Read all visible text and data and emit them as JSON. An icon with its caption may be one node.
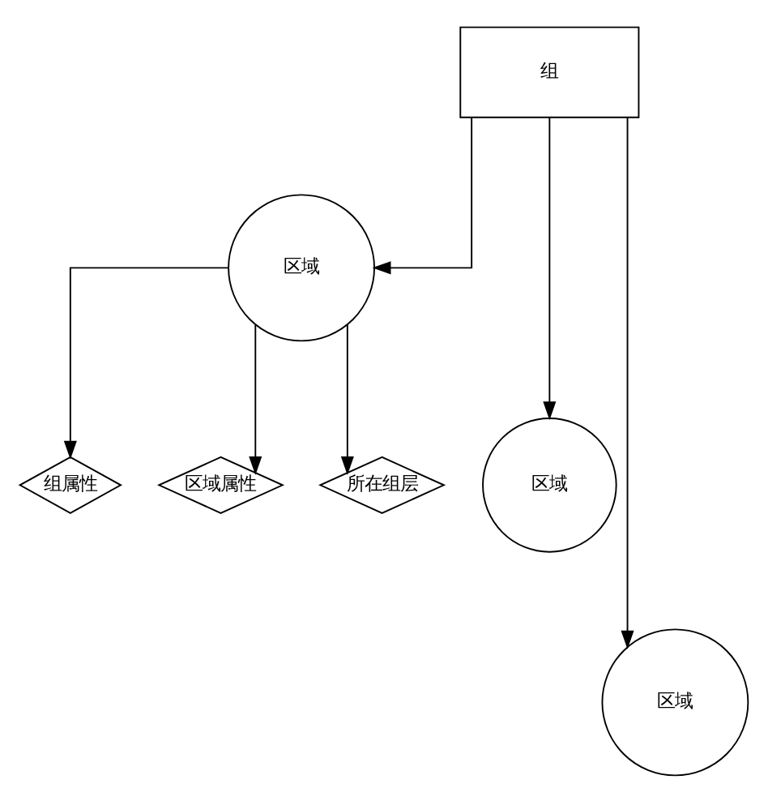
{
  "diagram": {
    "nodes": [
      {
        "text": [
          "组"
        ]
      },
      {
        "text": [
          "区域"
        ]
      },
      {
        "text": [
          "区域"
        ]
      },
      {
        "text": [
          "组属性"
        ]
      },
      {
        "text": [
          "区域属性"
        ]
      },
      {
        "text": [
          "所在组层"
        ]
      },
      {
        "text": [
          "区域"
        ]
      }
    ],
    "edges": [
      {
        "from": 0,
        "to": 1,
        "arrow": "to"
      },
      {
        "from": 0,
        "to": 6,
        "arrow": "to"
      },
      {
        "from": 0,
        "to": 2,
        "arrow": "to"
      },
      {
        "from": 1,
        "to": 3,
        "arrow": "to"
      },
      {
        "from": 1,
        "to": 4,
        "arrow": "to"
      },
      {
        "from": 1,
        "to": 5,
        "arrow": "to"
      }
    ]
  }
}
